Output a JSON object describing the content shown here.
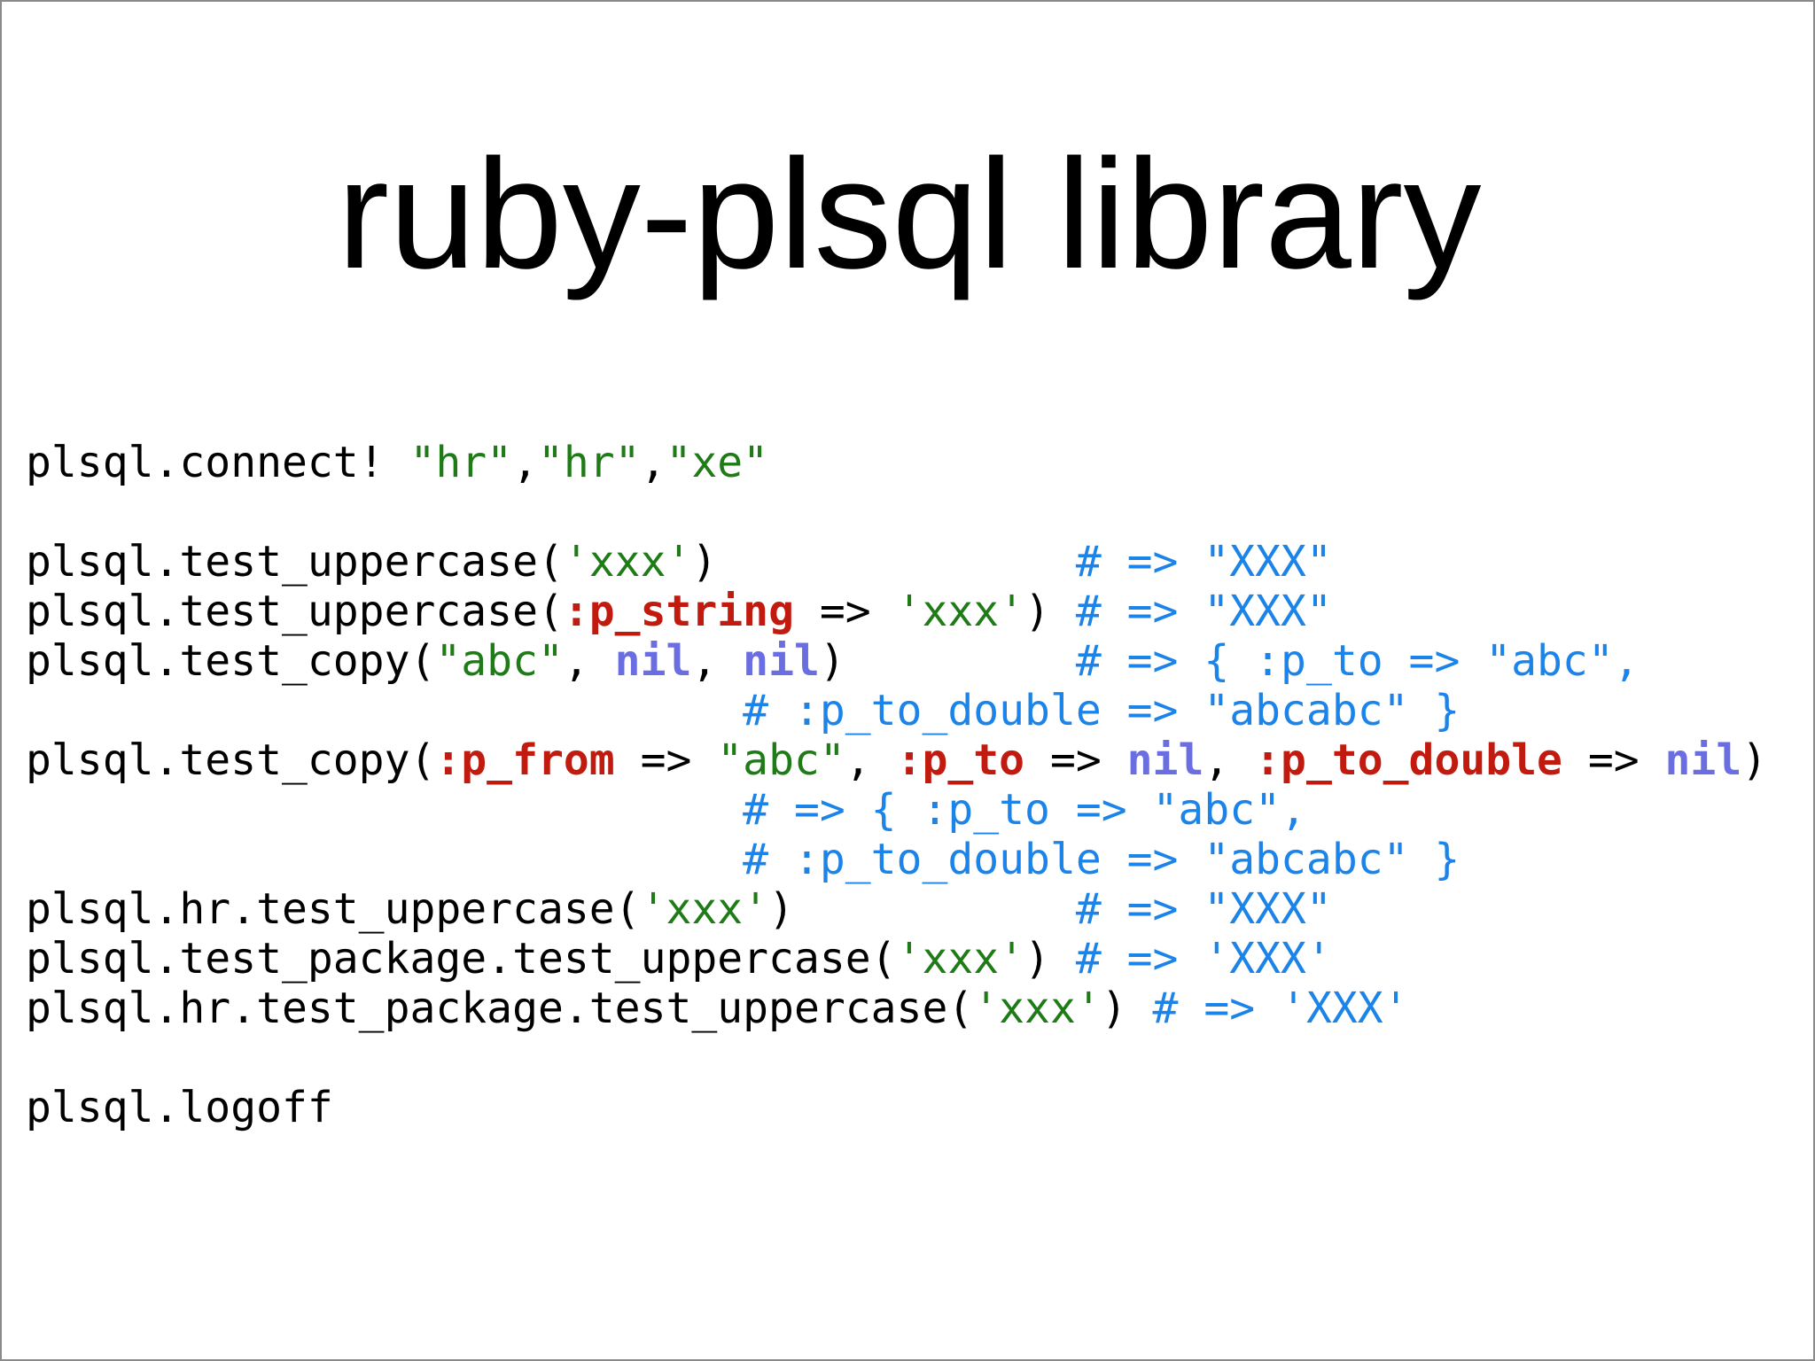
{
  "slide": {
    "title": "ruby-plsql library"
  },
  "colors": {
    "plain": "#000000",
    "string": "#1e7b16",
    "symbol": "#c11b10",
    "nil": "#6b6ee0",
    "comment": "#1c84e8"
  },
  "code_lines": [
    [
      {
        "t": "plsql.connect! ",
        "k": "plain"
      },
      {
        "t": "\"hr\"",
        "k": "str"
      },
      {
        "t": ",",
        "k": "plain"
      },
      {
        "t": "\"hr\"",
        "k": "str"
      },
      {
        "t": ",",
        "k": "plain"
      },
      {
        "t": "\"xe\"",
        "k": "str"
      }
    ],
    [],
    [
      {
        "t": "plsql.test_uppercase(",
        "k": "plain"
      },
      {
        "t": "'xxx'",
        "k": "str"
      },
      {
        "t": ")              ",
        "k": "plain"
      },
      {
        "t": "# => \"XXX\"",
        "k": "cmt"
      }
    ],
    [
      {
        "t": "plsql.test_uppercase(",
        "k": "plain"
      },
      {
        "t": ":p_string",
        "k": "sym"
      },
      {
        "t": " => ",
        "k": "plain"
      },
      {
        "t": "'xxx'",
        "k": "str"
      },
      {
        "t": ") ",
        "k": "plain"
      },
      {
        "t": "# => \"XXX\"",
        "k": "cmt"
      }
    ],
    [
      {
        "t": "plsql.test_copy(",
        "k": "plain"
      },
      {
        "t": "\"abc\"",
        "k": "str"
      },
      {
        "t": ", ",
        "k": "plain"
      },
      {
        "t": "nil",
        "k": "nil"
      },
      {
        "t": ", ",
        "k": "plain"
      },
      {
        "t": "nil",
        "k": "nil"
      },
      {
        "t": ")         ",
        "k": "plain"
      },
      {
        "t": "# => { :p_to => \"abc\",",
        "k": "cmt"
      }
    ],
    [
      {
        "t": "                            ",
        "k": "plain"
      },
      {
        "t": "# :p_to_double => \"abcabc\" }",
        "k": "cmt"
      }
    ],
    [
      {
        "t": "plsql.test_copy(",
        "k": "plain"
      },
      {
        "t": ":p_from",
        "k": "sym"
      },
      {
        "t": " => ",
        "k": "plain"
      },
      {
        "t": "\"abc\"",
        "k": "str"
      },
      {
        "t": ", ",
        "k": "plain"
      },
      {
        "t": ":p_to",
        "k": "sym"
      },
      {
        "t": " => ",
        "k": "plain"
      },
      {
        "t": "nil",
        "k": "nil"
      },
      {
        "t": ", ",
        "k": "plain"
      },
      {
        "t": ":p_to_double",
        "k": "sym"
      },
      {
        "t": " => ",
        "k": "plain"
      },
      {
        "t": "nil",
        "k": "nil"
      },
      {
        "t": ")",
        "k": "plain"
      }
    ],
    [
      {
        "t": "                            ",
        "k": "plain"
      },
      {
        "t": "# => { :p_to => \"abc\",",
        "k": "cmt"
      }
    ],
    [
      {
        "t": "                            ",
        "k": "plain"
      },
      {
        "t": "# :p_to_double => \"abcabc\" }",
        "k": "cmt"
      }
    ],
    [
      {
        "t": "plsql.hr.test_uppercase(",
        "k": "plain"
      },
      {
        "t": "'xxx'",
        "k": "str"
      },
      {
        "t": ")           ",
        "k": "plain"
      },
      {
        "t": "# => \"XXX\"",
        "k": "cmt"
      }
    ],
    [
      {
        "t": "plsql.test_package.test_uppercase(",
        "k": "plain"
      },
      {
        "t": "'xxx'",
        "k": "str"
      },
      {
        "t": ") ",
        "k": "plain"
      },
      {
        "t": "# => 'XXX'",
        "k": "cmt"
      }
    ],
    [
      {
        "t": "plsql.hr.test_package.test_uppercase(",
        "k": "plain"
      },
      {
        "t": "'xxx'",
        "k": "str"
      },
      {
        "t": ") ",
        "k": "plain"
      },
      {
        "t": "# => 'XXX'",
        "k": "cmt"
      }
    ],
    [],
    [
      {
        "t": "plsql.logoff",
        "k": "plain"
      }
    ]
  ]
}
